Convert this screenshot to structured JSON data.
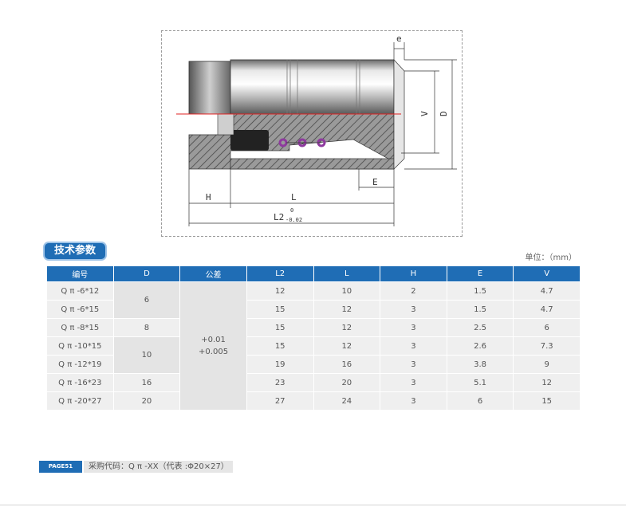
{
  "drawing": {
    "labels": {
      "e": "e",
      "V": "V",
      "D": "D",
      "E": "E",
      "H": "H",
      "L": "L",
      "L2": "L2",
      "tol_upper": "0",
      "tol_lower": "-0.02"
    }
  },
  "section": {
    "title": "技术参数",
    "unit": "单位：（mm）"
  },
  "table": {
    "headers": [
      "编号",
      "D",
      "公差",
      "L2",
      "L",
      "H",
      "E",
      "V"
    ],
    "tolerance": [
      "+0.01",
      "+0.005"
    ],
    "rows": [
      {
        "code": "Q π -6*12",
        "D": "6",
        "L2": "12",
        "L": "10",
        "H": "2",
        "E": "1.5",
        "V": "4.7"
      },
      {
        "code": "Q π -6*15",
        "D": "",
        "L2": "15",
        "L": "12",
        "H": "3",
        "E": "1.5",
        "V": "4.7"
      },
      {
        "code": "Q π -8*15",
        "D": "8",
        "L2": "15",
        "L": "12",
        "H": "3",
        "E": "2.5",
        "V": "6"
      },
      {
        "code": "Q π -10*15",
        "D": "10",
        "L2": "15",
        "L": "12",
        "H": "3",
        "E": "2.6",
        "V": "7.3"
      },
      {
        "code": "Q π -12*19",
        "D": "",
        "L2": "19",
        "L": "16",
        "H": "3",
        "E": "3.8",
        "V": "9"
      },
      {
        "code": "Q π -16*23",
        "D": "16",
        "L2": "23",
        "L": "20",
        "H": "3",
        "E": "5.1",
        "V": "12"
      },
      {
        "code": "Q π -20*27",
        "D": "20",
        "L2": "27",
        "L": "24",
        "H": "3",
        "E": "6",
        "V": "15"
      }
    ]
  },
  "footer": {
    "page": "PAGE51",
    "order_code": "采购代码：Q π -XX（代表 :Φ20×27）"
  },
  "colors": {
    "accent": "#1f6db5",
    "cell": "#efefef",
    "seal": "#8e3a9e",
    "centerline": "#e02020"
  }
}
